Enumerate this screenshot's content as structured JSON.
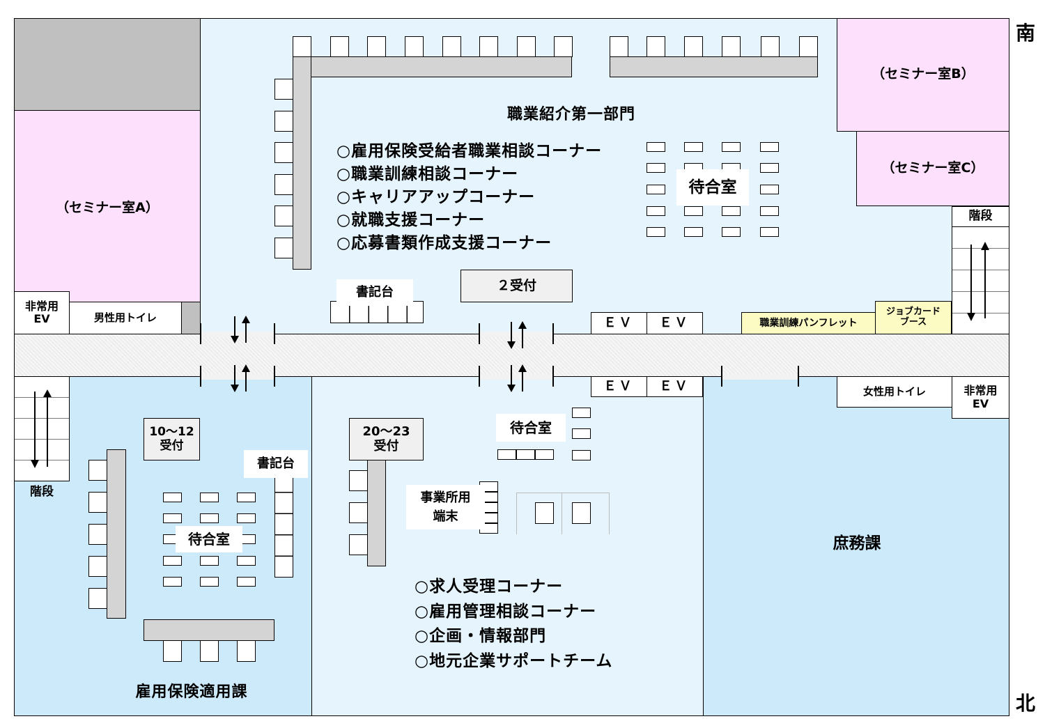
{
  "compass": {
    "top": "南",
    "bottom": "北"
  },
  "rooms": {
    "seminar_a": "（セミナー室A）",
    "seminar_b": "（セミナー室B）",
    "seminar_c": "（セミナー室C）",
    "emergency_ev_west": "非常用\nEV",
    "emergency_ev_east": "非常用\nEV",
    "mens_toilet": "男性用トイレ",
    "womens_toilet": "女性用トイレ",
    "stairs_east": "階段",
    "stairs_west": "階段",
    "ev": "ＥＶ",
    "pamphlet": "職業訓練パンフレット",
    "job_card": "ジョブカード\nブース",
    "accounts": "庶務課"
  },
  "south_section": {
    "title": "職業紹介第一部門",
    "items": [
      "○雇用保険受給者職業相談コーナー",
      "○職業訓練相談コーナー",
      "○キャリアアップコーナー",
      "○就職支援コーナー",
      "○応募書類作成支援コーナー"
    ],
    "waiting": "待合室",
    "writing_desk": "書記台",
    "reception": "２受付"
  },
  "west_section": {
    "title": "雇用保険適用課",
    "reception": "10～12\n受付",
    "writing_desk": "書記台",
    "waiting": "待合室"
  },
  "middle_section": {
    "reception": "20～23\n受付",
    "waiting": "待合室",
    "terminal": "事業所用\n端末",
    "items": [
      "○求人受理コーナー",
      "○雇用管理相談コーナー",
      "○企画・情報部門",
      "○地元企業サポートチーム"
    ]
  },
  "colors": {
    "light_blue": "#e6f4fd",
    "blue": "#cdeafb",
    "pink": "#fde0fb",
    "dark_grey": "#c0c0c0",
    "desk_grey": "#d4d4d4",
    "yellow": "#fdfbc4"
  }
}
